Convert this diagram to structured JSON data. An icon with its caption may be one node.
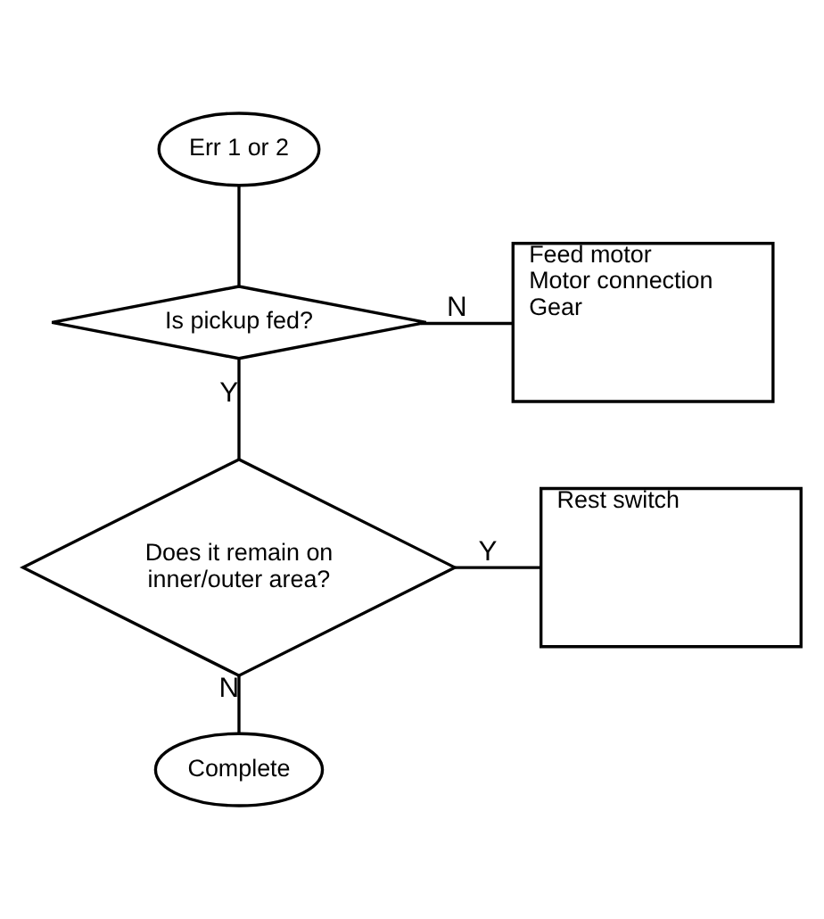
{
  "diagram": {
    "nodes": [
      {
        "text": [
          "Err 1 or 2"
        ]
      },
      {
        "text": [
          "Is pickup fed?"
        ]
      },
      {
        "text": [
          "Feed motor",
          "Motor connection",
          "Gear"
        ]
      },
      {
        "text": [
          "Does it remain on inner/outer area?"
        ]
      },
      {
        "text": [
          "Rest switch"
        ]
      },
      {
        "text": [
          "Complete"
        ]
      }
    ],
    "edges": [
      {
        "from": 0,
        "to": 1,
        "arrow": "none"
      },
      {
        "from": 1,
        "to": 2,
        "arrow": "none",
        "label": "N"
      },
      {
        "from": 1,
        "to": 3,
        "arrow": "none",
        "label": "Y"
      },
      {
        "from": 3,
        "to": 4,
        "arrow": "none",
        "label": "Y"
      },
      {
        "from": 3,
        "to": 5,
        "arrow": "none",
        "label": "N"
      }
    ]
  }
}
